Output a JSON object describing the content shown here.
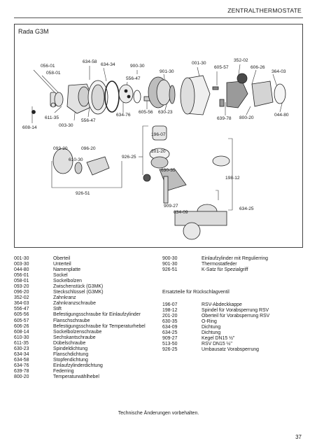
{
  "header": {
    "title": "ZENTRALTHERMOSTATE"
  },
  "figure": {
    "title": "Rada G3M",
    "labels": [
      "056-01",
      "058-01",
      "634-58",
      "634-34",
      "900-30",
      "556-47",
      "901-30",
      "001-30",
      "605-57",
      "352-02",
      "606-26",
      "364-03",
      "608-14",
      "611-35",
      "003-30",
      "556-47",
      "634-76",
      "605-56",
      "630-23",
      "639-78",
      "800-20",
      "044-80",
      "093-20",
      "096-20",
      "610-30",
      "926-51",
      "926-25",
      "196-07",
      "201-20",
      "630-35",
      "198-12",
      "909-27",
      "634-09",
      "634-25"
    ]
  },
  "parts_left": [
    {
      "code": "001-30",
      "name": "Oberteil"
    },
    {
      "code": "003-30",
      "name": "Unterteil"
    },
    {
      "code": "044-80",
      "name": "Namenplatte"
    },
    {
      "code": "056-01",
      "name": "Sockel"
    },
    {
      "code": "058-01",
      "name": "Sockelbolzen"
    },
    {
      "code": "093-20",
      "name": "Zwischenstück (G3MK)"
    },
    {
      "code": "096-20",
      "name": "Steckschlüssel (G3MK)"
    },
    {
      "code": "352-02",
      "name": "Zahnkranz"
    },
    {
      "code": "364-03",
      "name": "Zahnkranzschraube"
    },
    {
      "code": "556-47",
      "name": "Stift"
    },
    {
      "code": "605-56",
      "name": "Befestigungsschraube für Einlaufzylinder"
    },
    {
      "code": "605-57",
      "name": "Flanschschraube"
    },
    {
      "code": "606-26",
      "name": "Befestigungsschraube für Temperaturhebel"
    },
    {
      "code": "608-14",
      "name": "Sockelbolzenschraube"
    },
    {
      "code": "610-30",
      "name": "Sechskantschraube"
    },
    {
      "code": "611-35",
      "name": "Dübelschraube"
    },
    {
      "code": "630-23",
      "name": "Spindeldichtung"
    },
    {
      "code": "634-34",
      "name": "Flanschdichtung"
    },
    {
      "code": "634-58",
      "name": "Stopfendichtung"
    },
    {
      "code": "634-76",
      "name": "Einlaufzylinderdichtung"
    },
    {
      "code": "639-78",
      "name": "Federring"
    },
    {
      "code": "800-20",
      "name": "Temperaturwählhebel"
    }
  ],
  "parts_right": [
    {
      "code": "900-30",
      "name": "Einlaufzylinder mit Regulierring"
    },
    {
      "code": "901-30",
      "name": "Thermostatfeder"
    },
    {
      "code": "926-51",
      "name": "K-Satz für Spezialgriff"
    }
  ],
  "spares_heading": "Ersatzteile für Rückschlagventil",
  "spares": [
    {
      "code": "196-07",
      "name": "RSV-Abdeckkappe"
    },
    {
      "code": "198-12",
      "name": "Spindel für Vorabsperrung RSV"
    },
    {
      "code": "201-20",
      "name": "Oberteil für Vorabsperrung RSV"
    },
    {
      "code": "630-35",
      "name": "O-Ring"
    },
    {
      "code": "634-09",
      "name": "Dichtung"
    },
    {
      "code": "634-25",
      "name": "Dichtung"
    },
    {
      "code": "909-27",
      "name": "Kegel DN15 ½\""
    },
    {
      "code": "513-50",
      "name": "RSV DN15 ½\""
    },
    {
      "code": "926-25",
      "name": "Umbausatz Vorabsperrung"
    }
  ],
  "footnote": "Technische Änderungen vorbehalten.",
  "page_number": "37"
}
